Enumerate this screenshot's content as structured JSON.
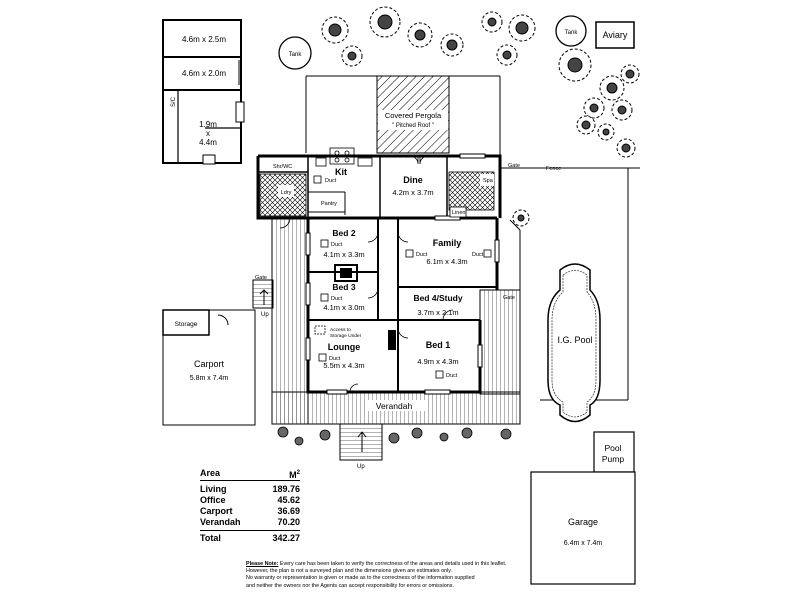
{
  "outbuilding": {
    "room1": "4.6m x 2.5m",
    "room2": "4.6m x 2.0m",
    "room3_w": "1.9m",
    "room3_x": "x",
    "room3_l": "4.4m",
    "side_label": "S/C"
  },
  "site": {
    "tank1": "Tank",
    "tank2": "Tank",
    "aviary": "Aviary",
    "gate_top": "Gate",
    "fence": "Fence",
    "gate_left": "Gate",
    "gate_right": "Gate",
    "up_left": "Up",
    "up_front": "Up",
    "verandah": "Verandah",
    "pool": "I.G. Pool",
    "pool_pump_1": "Pool",
    "pool_pump_2": "Pump",
    "garage": "Garage",
    "garage_size": "6.4m x 7.4m",
    "carport": "Carport",
    "carport_size": "5.8m x 7.4m",
    "storage": "Storage"
  },
  "house": {
    "pergola": "Covered Pergola",
    "pergola_sub": "\" Pitched Roof \"",
    "kit": "Kit",
    "duct": "Duct",
    "dine": "Dine",
    "dine_size": "4.2m x 3.7m",
    "shr_wc": "Shr/WC",
    "ldry": "Ldry",
    "pantry": "Pantry",
    "spa": "Spa",
    "linen": "Linen",
    "bed2": "Bed 2",
    "bed2_size": "4.1m x 3.3m",
    "family": "Family",
    "family_size": "6.1m x 4.3m",
    "bed3": "Bed 3",
    "bed3_size": "4.1m x 3.0m",
    "bed4": "Bed 4/Study",
    "bed4_size": "3.7m x 2.1m",
    "lounge": "Lounge",
    "lounge_size": "5.5m x 4.3m",
    "bed1": "Bed 1",
    "bed1_size": "4.9m x 4.3m",
    "access": "Access to",
    "access2": "Storage Under"
  },
  "areas": {
    "header": "Area",
    "unit": "M",
    "unit_sup": "2",
    "rows": [
      {
        "label": "Living",
        "value": "189.76"
      },
      {
        "label": "Office",
        "value": "45.62"
      },
      {
        "label": "Carport",
        "value": "36.69"
      },
      {
        "label": "Verandah",
        "value": "70.20"
      }
    ],
    "total_label": "Total",
    "total_value": "342.27"
  },
  "note": {
    "heading": "Please Note:",
    "line1": "Every care has been taken to verify the correctness of the areas and details used in this leaflet.",
    "line2": "However, the plan is not a surveyed plan and the dimensions given are estimates only.",
    "line3": "No warranty or representation is given or made as to the correctness of the information supplied",
    "line4": "and neither the owners nor the Agents can accept responsibility for errors or omissions."
  }
}
